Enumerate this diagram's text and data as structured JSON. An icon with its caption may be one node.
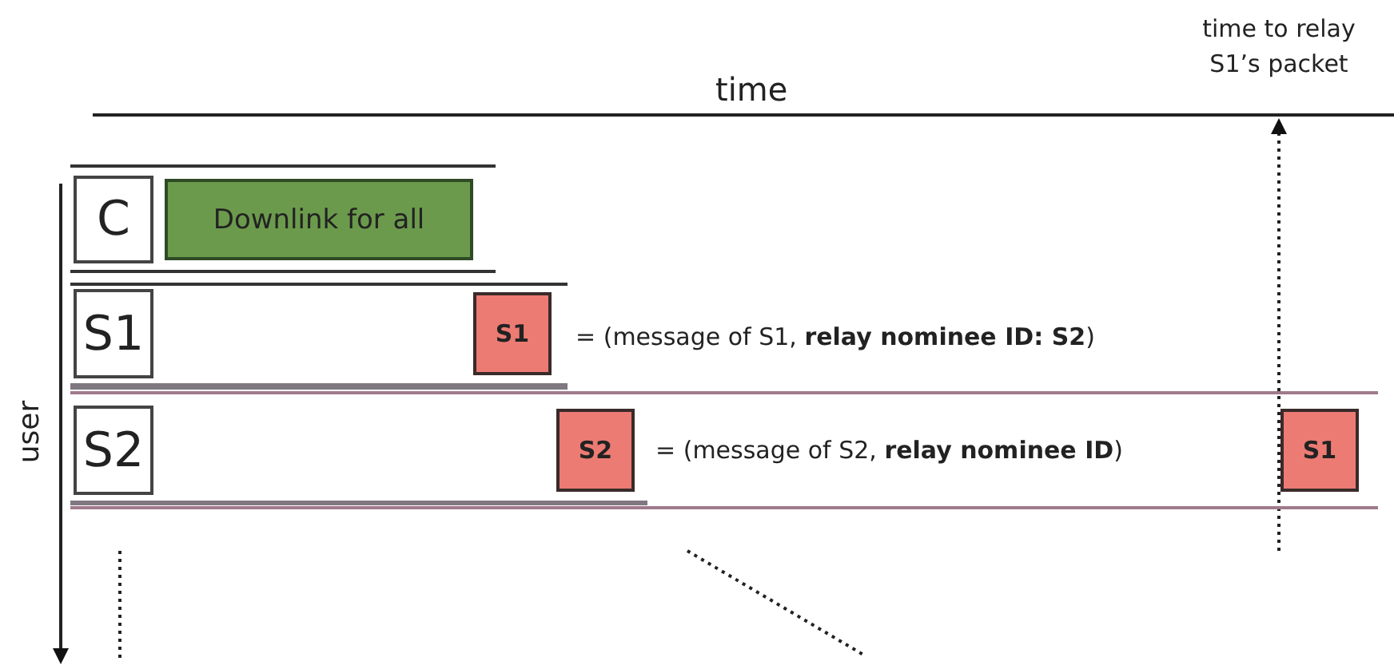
{
  "diagram": {
    "nodes": [
      {
        "text": [
          "C"
        ]
      },
      {
        "text": [
          "Downlink for all"
        ]
      },
      {
        "text": [
          "S1"
        ]
      },
      {
        "text": [
          "S1"
        ]
      },
      {
        "text": [
          "S2"
        ]
      },
      {
        "text": [
          "S2"
        ]
      },
      {
        "text": [
          "S1"
        ]
      }
    ],
    "labels": [
      "time",
      "time to relay S1’s packet",
      "user",
      "= (message of S1, **relay nominee ID: S2**)",
      "= (message of S2, **relay nominee ID**)"
    ]
  }
}
